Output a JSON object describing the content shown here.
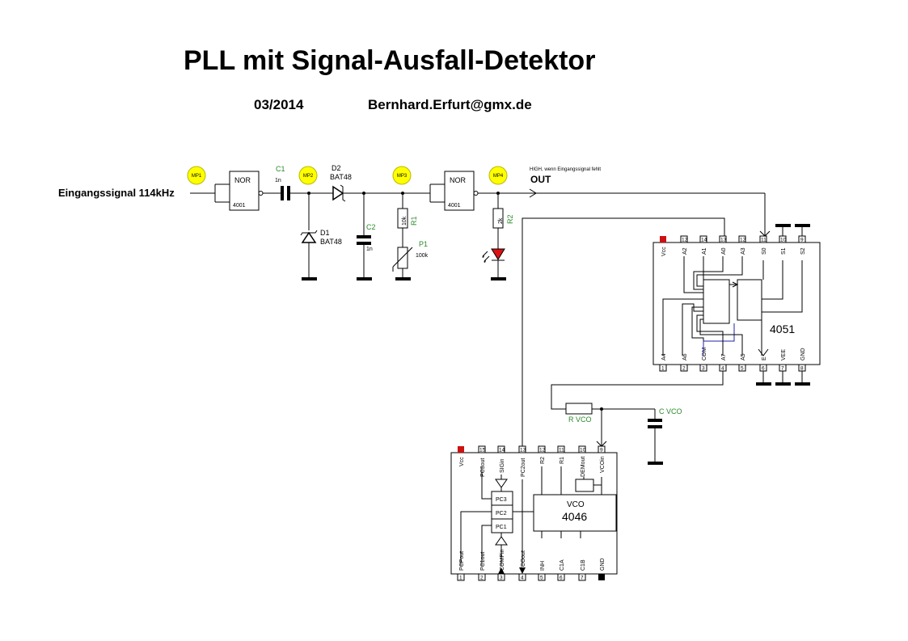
{
  "title": "PLL mit Signal-Ausfall-Detektor",
  "date": "03/2014",
  "author": "Bernhard.Erfurt@gmx.de",
  "input_label": "Eingangssignal 114kHz",
  "output_note": "HIGH, wenn Eingangssignal fehlt",
  "output_label": "OUT",
  "measure_points": [
    "MP1",
    "MP2",
    "MP3",
    "MP4"
  ],
  "gates": [
    {
      "type": "NOR",
      "part": "4001"
    },
    {
      "type": "NOR",
      "part": "4001"
    }
  ],
  "components": {
    "c1": {
      "ref": "C1",
      "value": "1n"
    },
    "d1": {
      "ref": "D1",
      "value": "BAT48"
    },
    "d2": {
      "ref": "D2",
      "value": "BAT48"
    },
    "c2": {
      "ref": "C2",
      "value": "1n"
    },
    "r1": {
      "ref": "R1",
      "value": "10k"
    },
    "p1": {
      "ref": "P1",
      "value": "100k"
    },
    "r2": {
      "ref": "R2",
      "value": "2k"
    },
    "rvco": {
      "ref": "R VCO"
    },
    "cvco": {
      "ref": "C VCO"
    }
  },
  "ic4051": {
    "name": "4051",
    "top_pins": [
      {
        "num": "",
        "label": "Vcc"
      },
      {
        "num": "12",
        "label": "A2"
      },
      {
        "num": "14",
        "label": "A1"
      },
      {
        "num": "13",
        "label": "A0"
      },
      {
        "num": "12",
        "label": "A3"
      },
      {
        "num": "11",
        "label": "S0"
      },
      {
        "num": "10",
        "label": "S1"
      },
      {
        "num": "9",
        "label": "S2"
      }
    ],
    "bottom_pins": [
      {
        "num": "1",
        "label": "A4"
      },
      {
        "num": "2",
        "label": "A6"
      },
      {
        "num": "3",
        "label": "COM"
      },
      {
        "num": "4",
        "label": "A7"
      },
      {
        "num": "5",
        "label": "A5"
      },
      {
        "num": "6",
        "label": "E"
      },
      {
        "num": "7",
        "label": "VEE"
      },
      {
        "num": "8",
        "label": "GND"
      }
    ]
  },
  "ic4046": {
    "name": "4046",
    "vco_label": "VCO",
    "blocks": [
      "PC3",
      "PC2",
      "PC1"
    ],
    "top_pins": [
      {
        "num": "",
        "label": "Vcc"
      },
      {
        "num": "15",
        "label": "PC3out"
      },
      {
        "num": "14",
        "label": "SIGin"
      },
      {
        "num": "13",
        "label": "PC2out"
      },
      {
        "num": "12",
        "label": "R2"
      },
      {
        "num": "11",
        "label": "R1"
      },
      {
        "num": "10",
        "label": "DEMout"
      },
      {
        "num": "9",
        "label": "VCOin"
      }
    ],
    "bottom_pins": [
      {
        "num": "1",
        "label": "PCPout"
      },
      {
        "num": "2",
        "label": "PC1out"
      },
      {
        "num": "3",
        "label": "COMPin"
      },
      {
        "num": "4",
        "label": "VCOout"
      },
      {
        "num": "5",
        "label": "INH"
      },
      {
        "num": "6",
        "label": "C1A"
      },
      {
        "num": "7",
        "label": "C1B"
      },
      {
        "num": "",
        "label": "GND"
      }
    ]
  },
  "colors": {
    "measure_point": "#ffff00",
    "led": "#dd1111",
    "vcc_marker": "#cc1111",
    "part_label": "#2a8a2a",
    "internal_wire": "#2222aa"
  }
}
